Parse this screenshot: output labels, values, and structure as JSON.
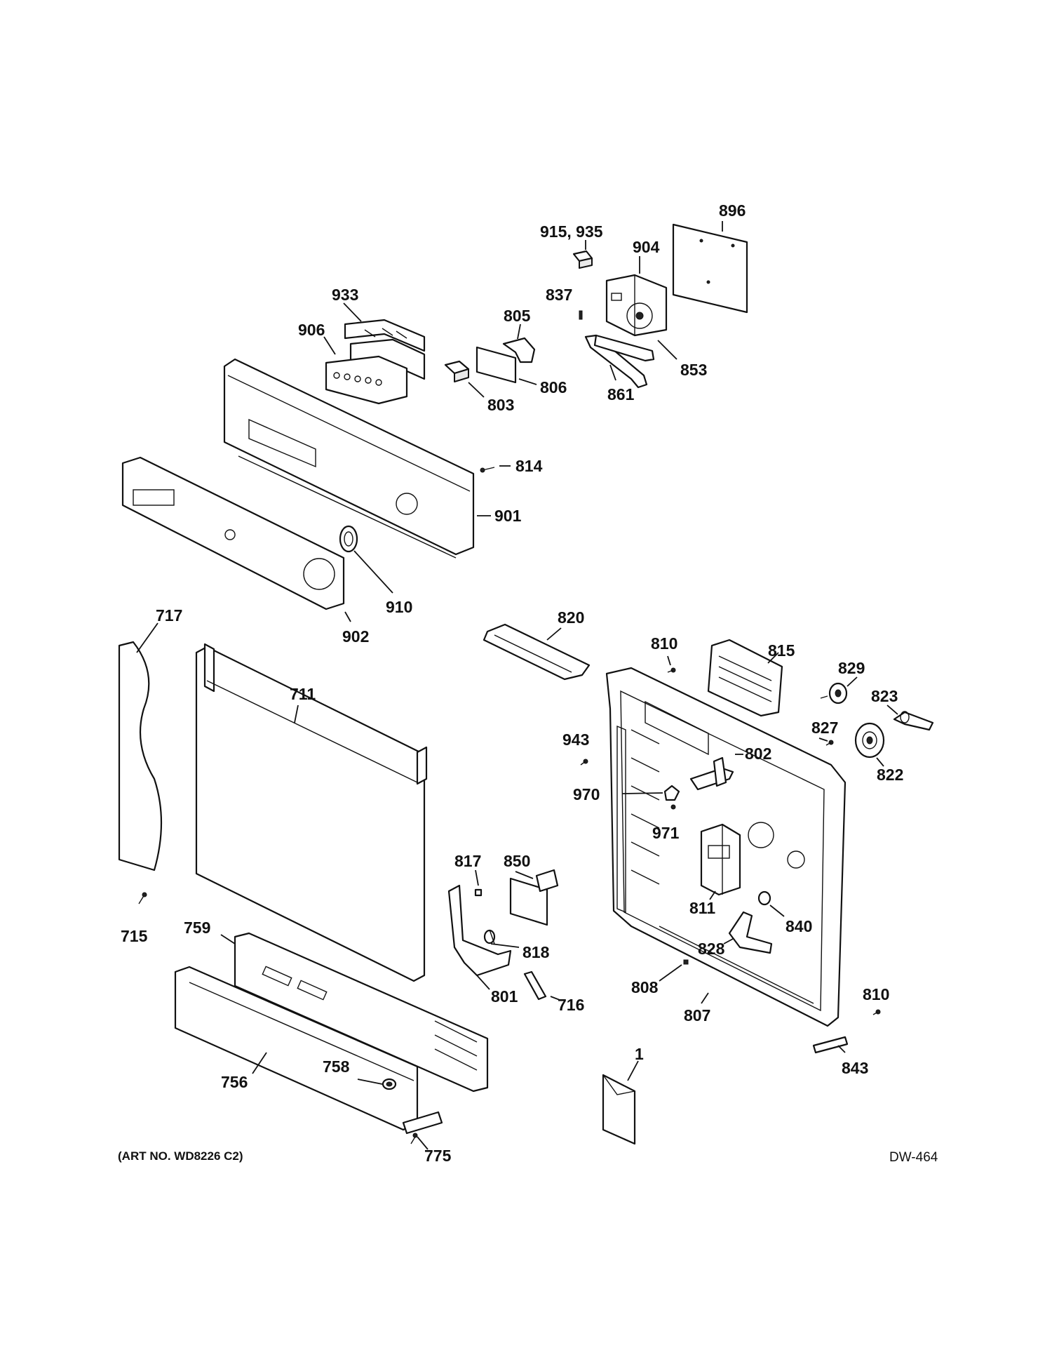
{
  "callouts": {
    "c896": "896",
    "c915": "915, 935",
    "c904": "904",
    "c837": "837",
    "c933": "933",
    "c805": "805",
    "c906": "906",
    "c853": "853",
    "c806": "806",
    "c861": "861",
    "c803": "803",
    "c814": "814",
    "c901": "901",
    "c910": "910",
    "c902": "902",
    "c717": "717",
    "c820": "820",
    "c810a": "810",
    "c815": "815",
    "c829": "829",
    "c711": "711",
    "c823": "823",
    "c827": "827",
    "c943": "943",
    "c802": "802",
    "c822": "822",
    "c970": "970",
    "c971": "971",
    "c817": "817",
    "c850": "850",
    "c811": "811",
    "c840": "840",
    "c715": "715",
    "c759": "759",
    "c828": "828",
    "c818": "818",
    "c808": "808",
    "c810b": "810",
    "c801": "801",
    "c716": "716",
    "c807": "807",
    "c843": "843",
    "c1": "1",
    "c758": "758",
    "c756": "756",
    "c775": "775"
  },
  "footer": {
    "art_number": "(ART NO. WD8226 C2)",
    "drawing_code": "DW-464"
  }
}
